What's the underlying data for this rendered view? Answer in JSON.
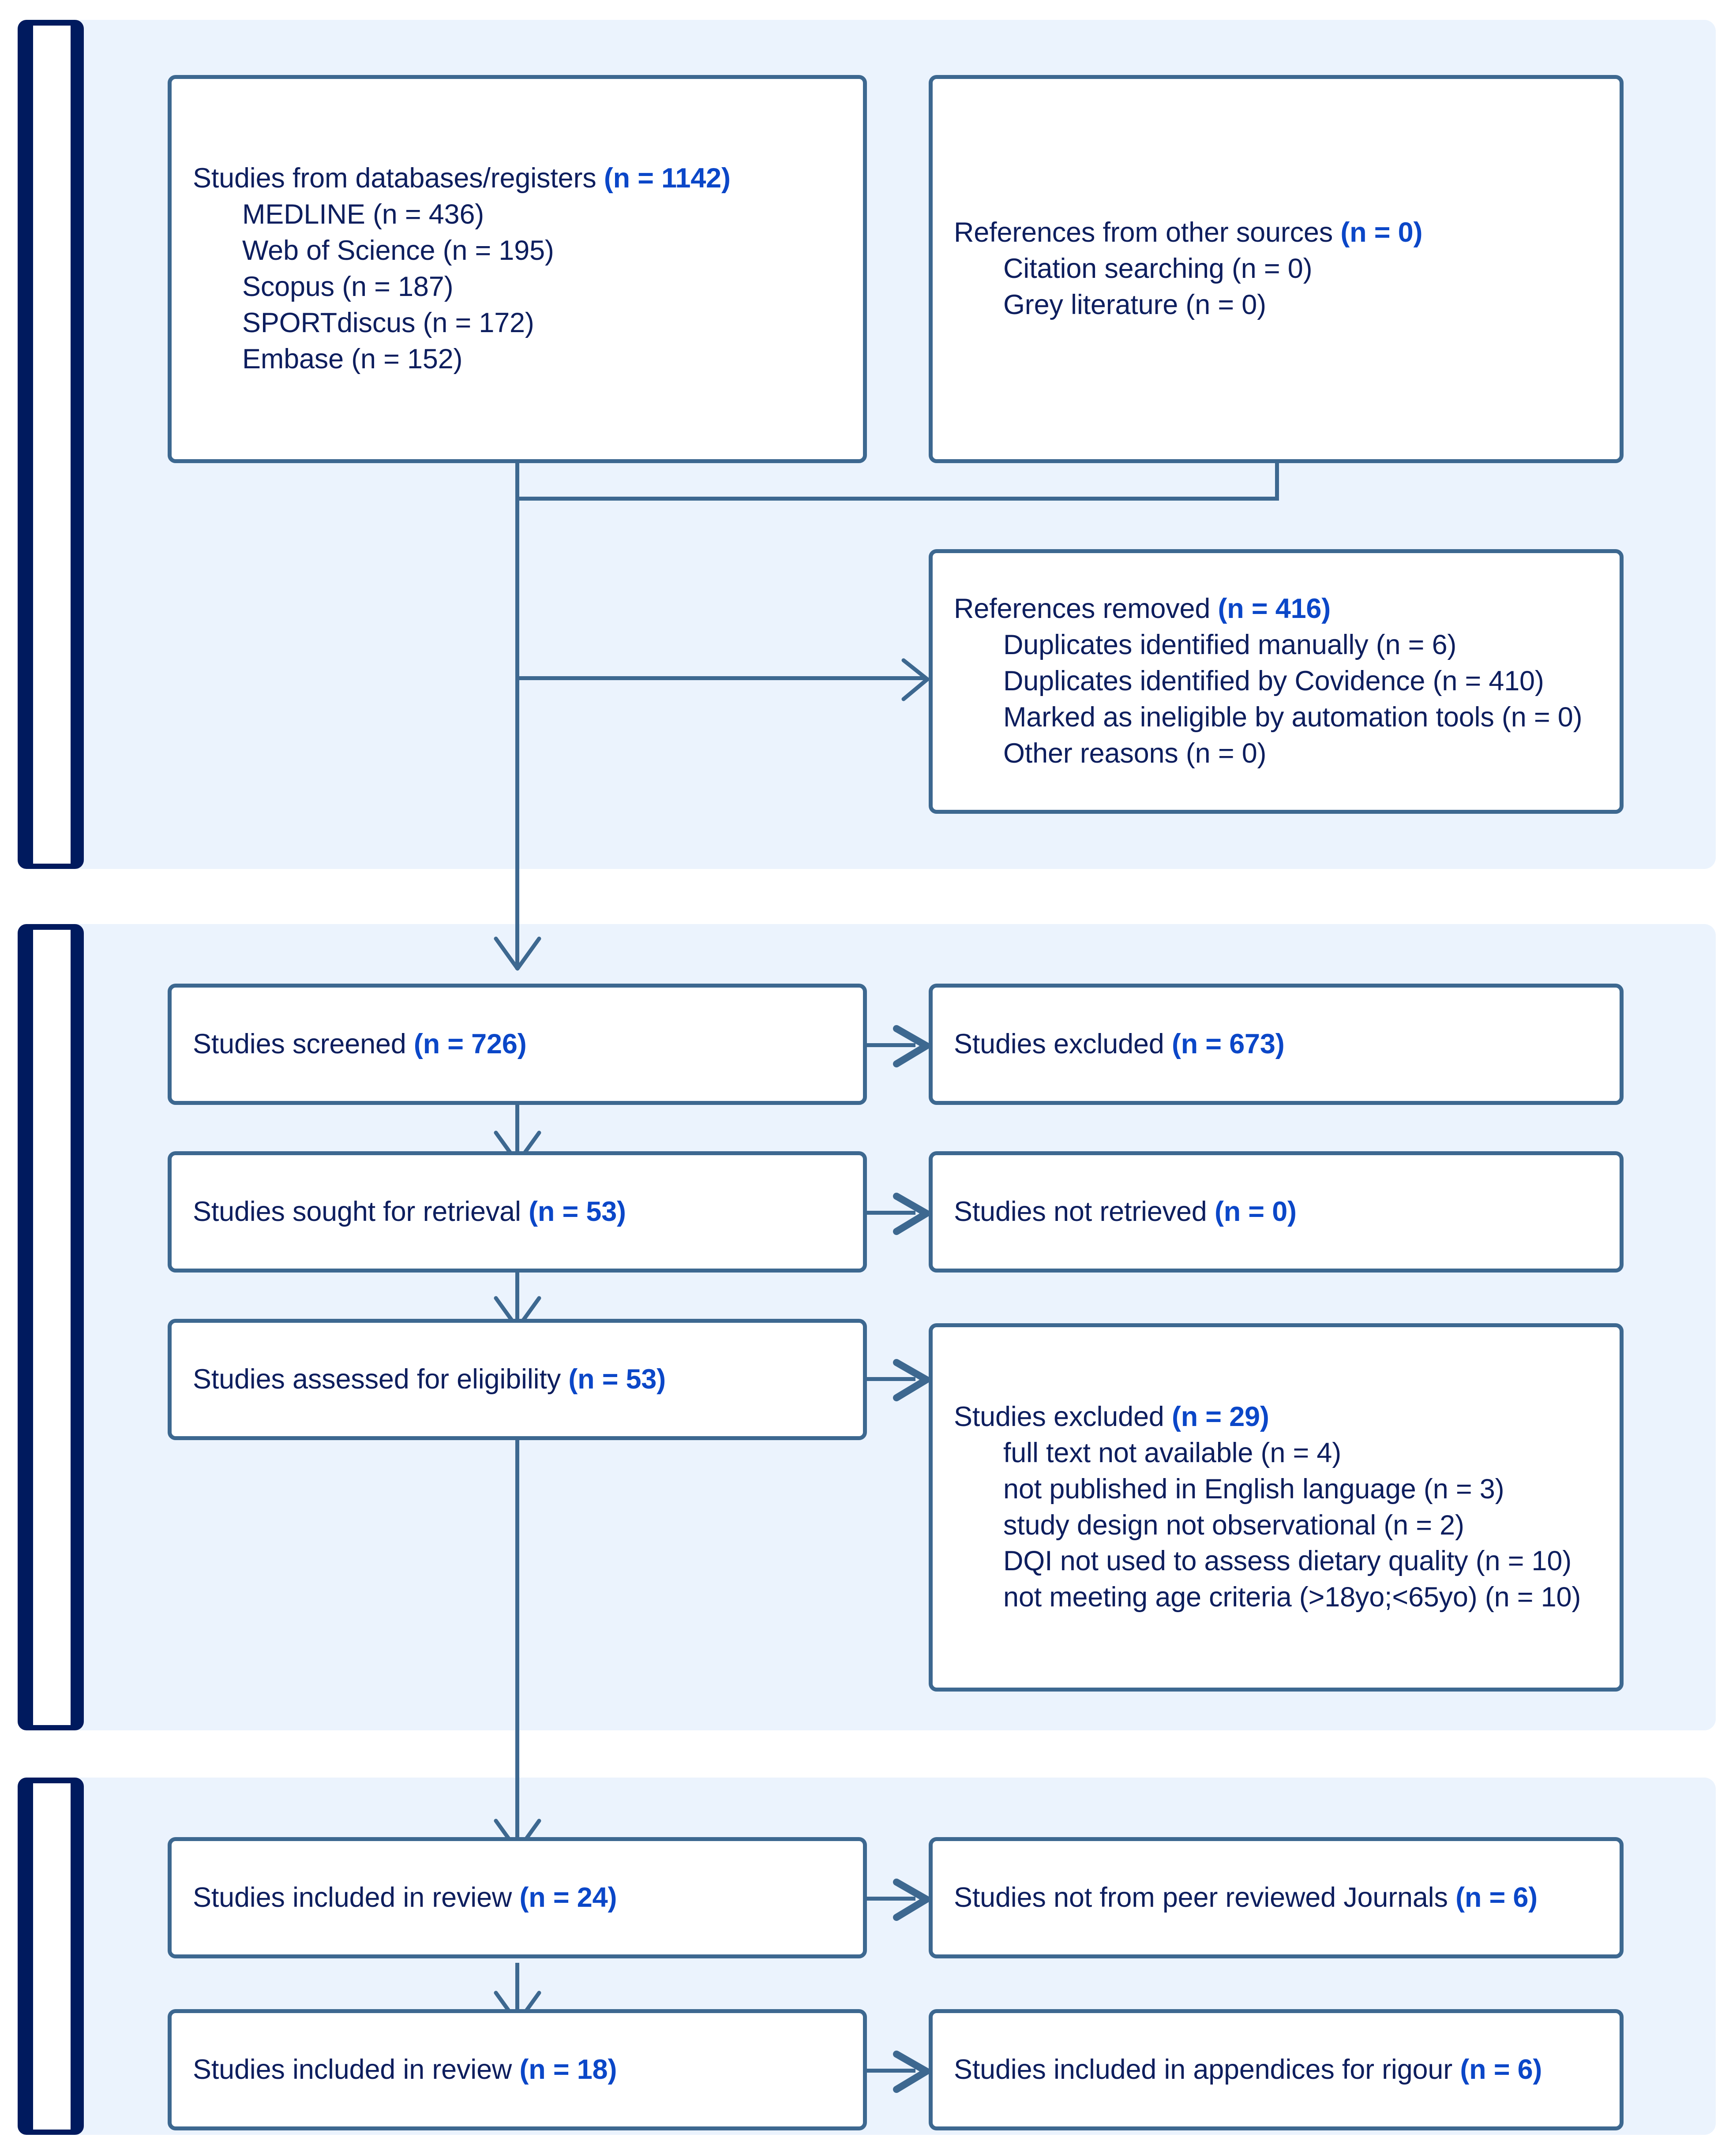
{
  "diagram": {
    "type": "prisma-flow-diagram",
    "colors": {
      "panel_bg": "#ebf3fd",
      "sidebar": "#001a5e",
      "box_border": "#3d6890",
      "text": "#0d1e5e",
      "accent_number": "#0b47c8",
      "connector": "#3d6890"
    },
    "sections": [
      {
        "name": "identification",
        "label": ""
      },
      {
        "name": "screening",
        "label": ""
      },
      {
        "name": "included",
        "label": ""
      }
    ]
  },
  "boxes": {
    "databases": {
      "header": "Studies from databases/registers ",
      "header_count": "(n = 1142)",
      "items": [
        "MEDLINE (n = 436)",
        "Web of Science (n = 195)",
        "Scopus (n = 187)",
        "SPORTdiscus (n = 172)",
        "Embase (n = 152)"
      ]
    },
    "other_sources": {
      "header": "References from other sources ",
      "header_count": "(n = 0)",
      "items": [
        "Citation searching (n = 0)",
        "Grey literature (n = 0)"
      ]
    },
    "references_removed": {
      "header": "References removed ",
      "header_count": "(n = 416)",
      "items": [
        "Duplicates identified manually (n = 6)",
        "Duplicates identified by Covidence (n = 410)",
        "Marked as ineligible by automation tools (n = 0)",
        "Other reasons (n = 0)"
      ]
    },
    "studies_screened": {
      "header": "Studies screened ",
      "header_count": "(n = 726)",
      "items": []
    },
    "studies_excluded_screen": {
      "header": "Studies excluded ",
      "header_count": "(n = 673)",
      "items": []
    },
    "sought_retrieval": {
      "header": "Studies sought for retrieval ",
      "header_count": "(n = 53)",
      "items": []
    },
    "not_retrieved": {
      "header": "Studies not retrieved ",
      "header_count": "(n = 0)",
      "items": []
    },
    "assessed_eligibility": {
      "header": "Studies assessed for eligibility ",
      "header_count": "(n = 53)",
      "items": []
    },
    "studies_excluded_full": {
      "header": "Studies excluded ",
      "header_count": "(n = 29)",
      "items": [
        "full text not available (n = 4)",
        "not published in English language (n = 3)",
        "study design not observational (n = 2)",
        "DQI not used to assess dietary quality (n = 10)",
        "not meeting age criteria (>18yo;<65yo) (n = 10)"
      ]
    },
    "included_review_24": {
      "header": "Studies included in review ",
      "header_count": "(n = 24)",
      "items": []
    },
    "not_peer_reviewed": {
      "header": "Studies not from peer reviewed Journals ",
      "header_count": "(n = 6)",
      "items": []
    },
    "included_review_18": {
      "header": "Studies included in review ",
      "header_count": "(n = 18)",
      "items": []
    },
    "included_appendices": {
      "header": "Studies included in appendices for rigour ",
      "header_count": "(n = 6)",
      "items": []
    }
  }
}
